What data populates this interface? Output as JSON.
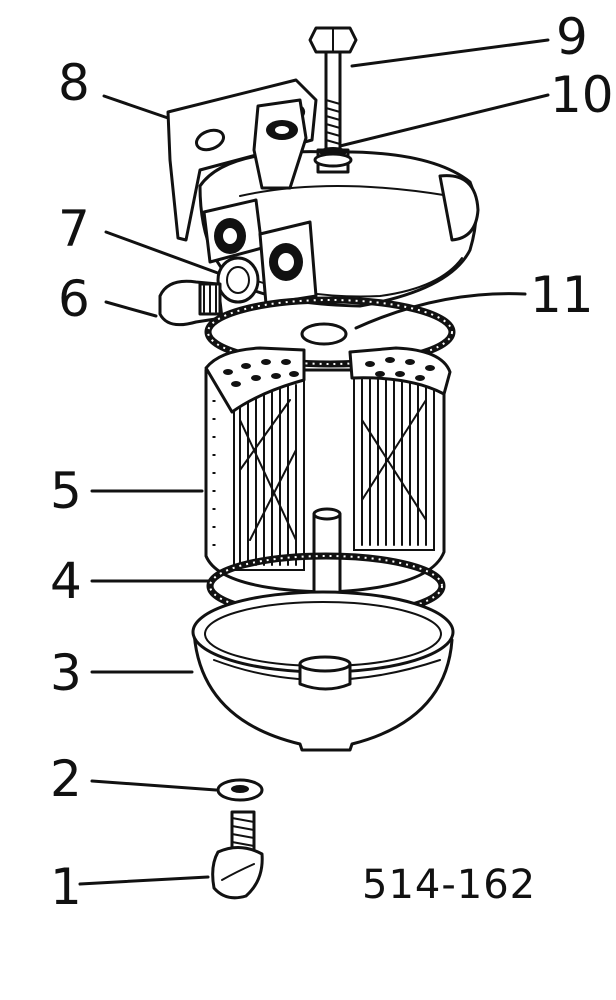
{
  "callouts": [
    {
      "id": "1",
      "label": "1",
      "part": "drain-plug"
    },
    {
      "id": "2",
      "label": "2",
      "part": "drain-washer"
    },
    {
      "id": "3",
      "label": "3",
      "part": "filter-bowl"
    },
    {
      "id": "4",
      "label": "4",
      "part": "bowl-gasket"
    },
    {
      "id": "5",
      "label": "5",
      "part": "filter-element"
    },
    {
      "id": "6",
      "label": "6",
      "part": "banjo-bolt"
    },
    {
      "id": "7",
      "label": "7",
      "part": "sealing-washer"
    },
    {
      "id": "8",
      "label": "8",
      "part": "filter-head"
    },
    {
      "id": "9",
      "label": "9",
      "part": "center-bolt"
    },
    {
      "id": "10",
      "label": "10",
      "part": "bolt-washer"
    },
    {
      "id": "11",
      "label": "11",
      "part": "head-gasket"
    }
  ],
  "part_number": "514-162"
}
